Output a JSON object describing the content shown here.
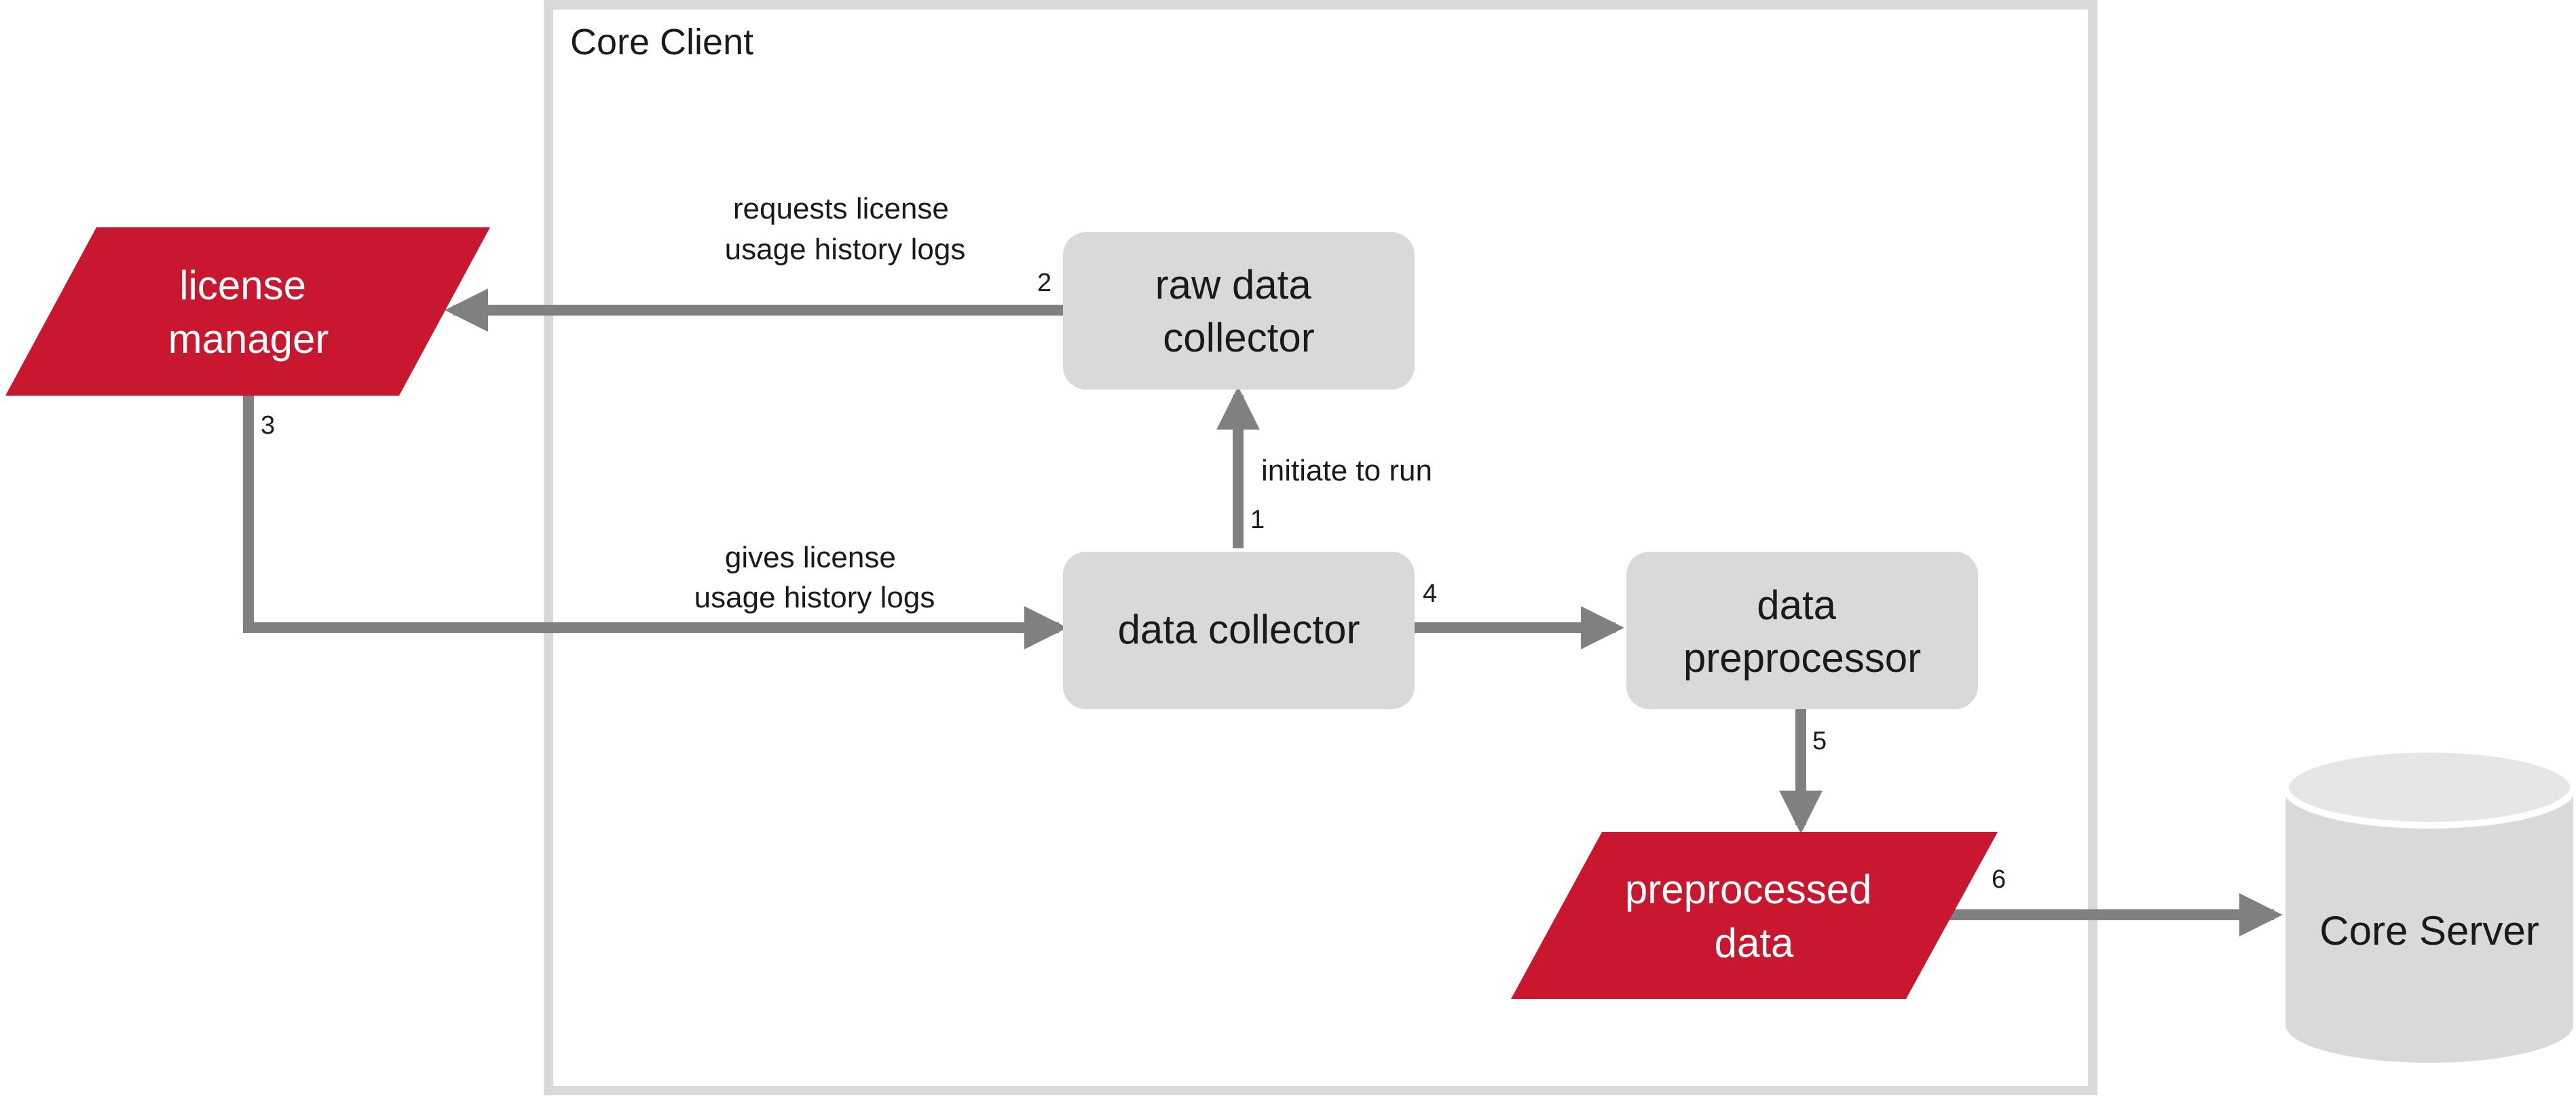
{
  "colors": {
    "process_fill": "#d9d9d9",
    "data_fill": "#c8172f",
    "frame_stroke": "#d9d9d9",
    "arrow": "#808080",
    "text_dark": "#1a1a1a",
    "text_light": "#ffffff"
  },
  "frame": {
    "title": "Core Client"
  },
  "nodes": {
    "license_manager": [
      "license",
      "manager"
    ],
    "raw_data_collector": [
      "raw data",
      "collector"
    ],
    "data_collector": [
      "data collector"
    ],
    "data_preprocessor": [
      "data",
      "preprocessor"
    ],
    "preprocessed_data": [
      "preprocessed",
      "data"
    ],
    "core_server": [
      "Core Server"
    ]
  },
  "edges": [
    {
      "id": "e1",
      "from": "data_collector",
      "to": "raw_data_collector",
      "step": "1",
      "label": [
        "initiate to run"
      ]
    },
    {
      "id": "e2",
      "from": "raw_data_collector",
      "to": "license_manager",
      "step": "2",
      "label": [
        "requests license",
        "usage history logs"
      ]
    },
    {
      "id": "e3",
      "from": "license_manager",
      "to": "data_collector",
      "step": "3",
      "label": [
        "gives license",
        "usage history logs"
      ]
    },
    {
      "id": "e4",
      "from": "data_collector",
      "to": "data_preprocessor",
      "step": "4",
      "label": []
    },
    {
      "id": "e5",
      "from": "data_preprocessor",
      "to": "preprocessed_data",
      "step": "5",
      "label": []
    },
    {
      "id": "e6",
      "from": "preprocessed_data",
      "to": "core_server",
      "step": "6",
      "label": []
    }
  ]
}
